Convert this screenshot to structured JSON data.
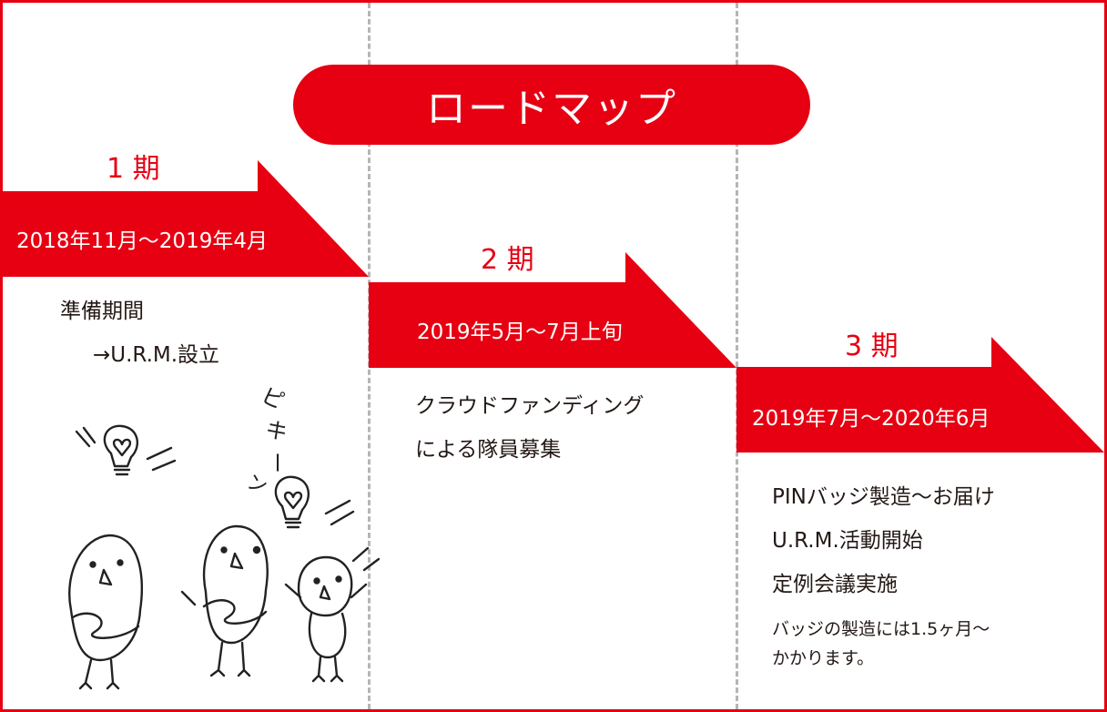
{
  "title": "ロードマップ",
  "colors": {
    "accent": "#e60012",
    "divider": "#b5b5b5",
    "text": "#231815"
  },
  "phases": [
    {
      "label": "1 期",
      "dates": "2018年11月～2019年4月",
      "items": [
        "準備期間",
        "→U.R.M.設立"
      ]
    },
    {
      "label": "2 期",
      "dates": "2019年5月～7月上旬",
      "items": [
        "クラウドファンディング",
        "による隊員募集"
      ]
    },
    {
      "label": "3 期",
      "dates": "2019年7月～2020年6月",
      "items": [
        "PINバッジ製造～お届け",
        "U.R.M.活動開始",
        "定例会議実施"
      ],
      "note": [
        "バッジの製造には1.5ヶ月～",
        "かかります。"
      ]
    }
  ],
  "illustration": {
    "words": [
      "ピ",
      "キ",
      "ー",
      "ン"
    ]
  }
}
